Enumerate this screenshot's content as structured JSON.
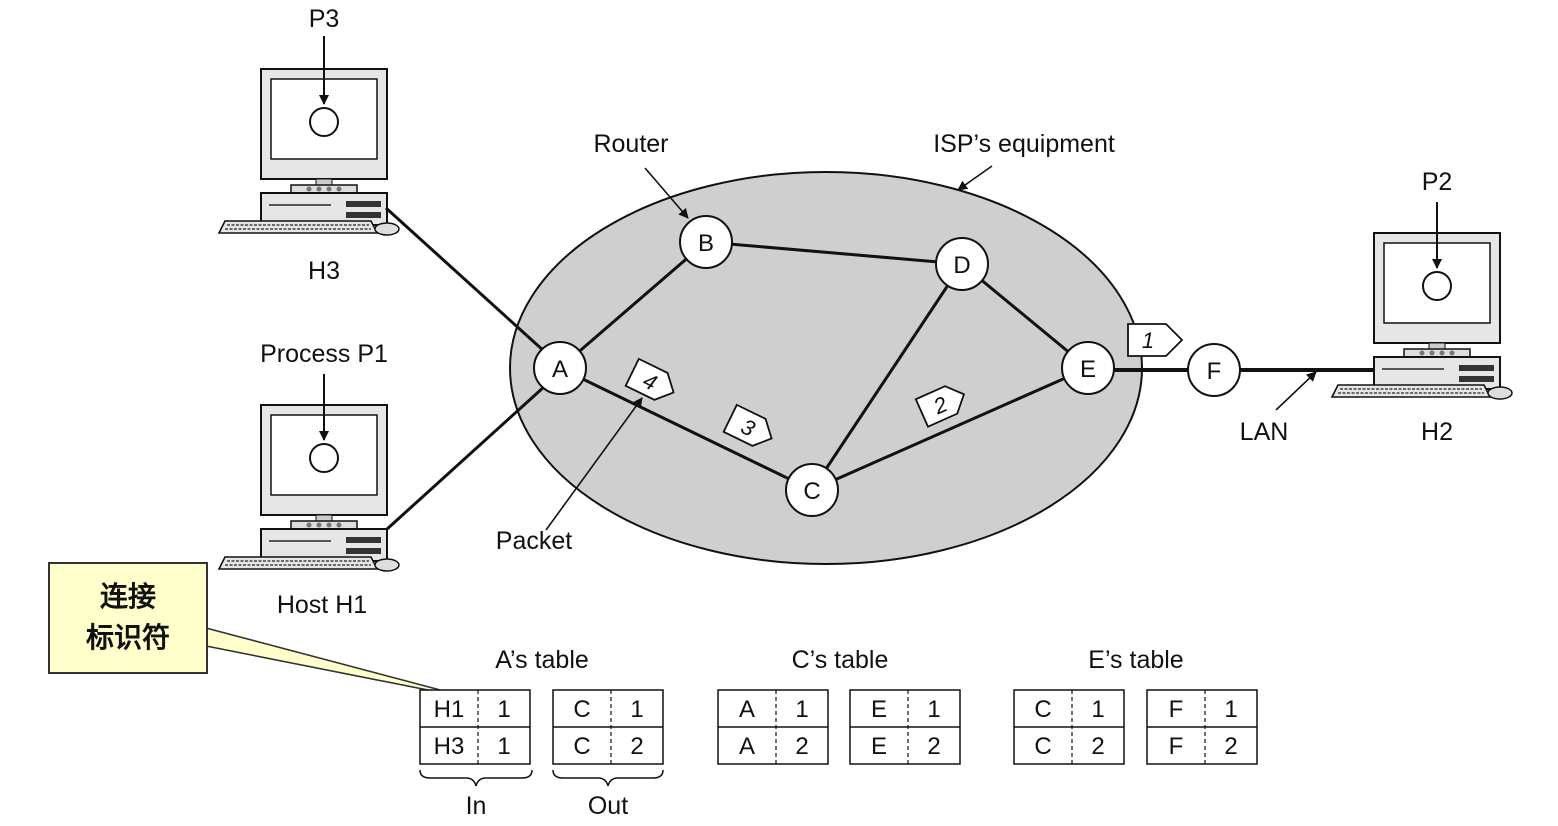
{
  "labels": {
    "p3": "P3",
    "h3": "H3",
    "process_p1": "Process P1",
    "host_h1": "Host H1",
    "p2": "P2",
    "h2": "H2",
    "router": "Router",
    "isp": "ISP’s equipment",
    "packet": "Packet",
    "lan": "LAN"
  },
  "nodes": {
    "a": "A",
    "b": "B",
    "c": "C",
    "d": "D",
    "e": "E",
    "f": "F"
  },
  "packets": {
    "p1": "1",
    "p2": "2",
    "p3": "3",
    "p4": "4"
  },
  "callout": {
    "line1": "连接",
    "line2": "标识符"
  },
  "tables": {
    "a": {
      "title": "A’s table",
      "in": [
        [
          "H1",
          "1"
        ],
        [
          "H3",
          "1"
        ]
      ],
      "out": [
        [
          "C",
          "1"
        ],
        [
          "C",
          "2"
        ]
      ],
      "in_label": "In",
      "out_label": "Out"
    },
    "c": {
      "title": "C’s table",
      "in": [
        [
          "A",
          "1"
        ],
        [
          "A",
          "2"
        ]
      ],
      "out": [
        [
          "E",
          "1"
        ],
        [
          "E",
          "2"
        ]
      ]
    },
    "e": {
      "title": "E’s table",
      "in": [
        [
          "C",
          "1"
        ],
        [
          "C",
          "2"
        ]
      ],
      "out": [
        [
          "F",
          "1"
        ],
        [
          "F",
          "2"
        ]
      ]
    }
  }
}
